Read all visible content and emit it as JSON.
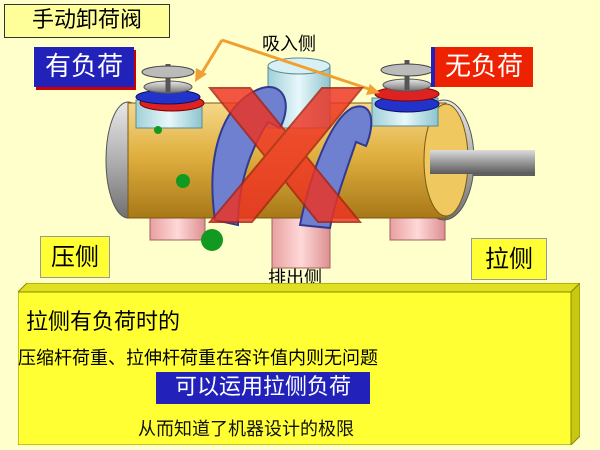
{
  "diagram": {
    "title": "手动卸荷阀",
    "loaded_label": "有负荷",
    "unloaded_label": "无负荷",
    "suction_label": "吸入侧",
    "discharge_label": "排出侧",
    "compression_side_label": "压侧",
    "tension_side_label": "拉侧"
  },
  "panel": {
    "line1": "拉侧有负荷时的",
    "line2": "压缩杆荷重、拉伸杆荷重在容许值内则无问题",
    "highlight": "可以运用拉侧负荷",
    "line4": "从而知道了机器设计的极限"
  },
  "colors": {
    "background": "#ffffcc",
    "label_blue": "#2222bb",
    "label_red": "#ee2200",
    "cross_red": "#ee3322",
    "cylinder_gold": "#e0b040",
    "panel_yellow": "#ffff33"
  }
}
